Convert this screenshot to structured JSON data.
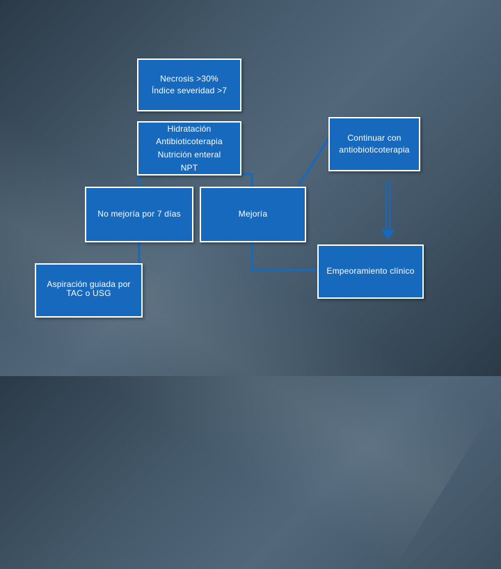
{
  "nodes": {
    "necrosis": "Necrosis >30%\nÍndice severidad >7",
    "treatment": "Hidratación\nAntibioticoterapia\nNutrición enteral\nNPT",
    "continue": "Continuar con\nantiobioticoterapia",
    "no_improvement": "No mejoría por 7 días",
    "improvement": "Mejoría",
    "worsening": "Empeoramiento clínico",
    "aspiration": "Aspiración guiada por\nTAC o USG"
  },
  "colors": {
    "box_fill": "#1769bd",
    "box_border": "#ffffff",
    "connector": "#1769bd"
  }
}
